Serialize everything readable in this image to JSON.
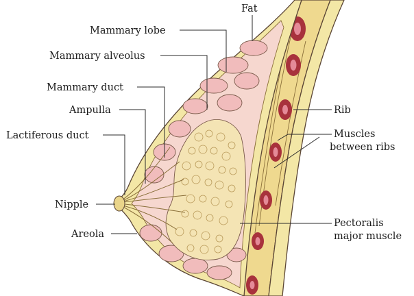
{
  "diagram": {
    "labels": {
      "fat": "Fat",
      "mammary_lobe": "Mammary lobe",
      "mammary_alveolus": "Mammary alveolus",
      "mammary_duct": "Mammary duct",
      "ampulla": "Ampulla",
      "lactiferous_duct": "Lactiferous duct",
      "nipple": "Nipple",
      "areola": "Areola",
      "rib": "Rib",
      "muscles_between_ribs_1": "Muscles",
      "muscles_between_ribs_2": "between ribs",
      "pectoralis_1": "Pectoralis",
      "pectoralis_2": "major muscle"
    },
    "colors": {
      "skin": "#f3e7a6",
      "fat_tissue": "#f6d7cf",
      "lobule_fill": "#f1bcbc",
      "glandular_fill": "#f4e4b4",
      "rib": "#a8323c",
      "rib_core": "#e48a98",
      "muscle": "#efd98f",
      "outline": "#5b4636"
    }
  }
}
